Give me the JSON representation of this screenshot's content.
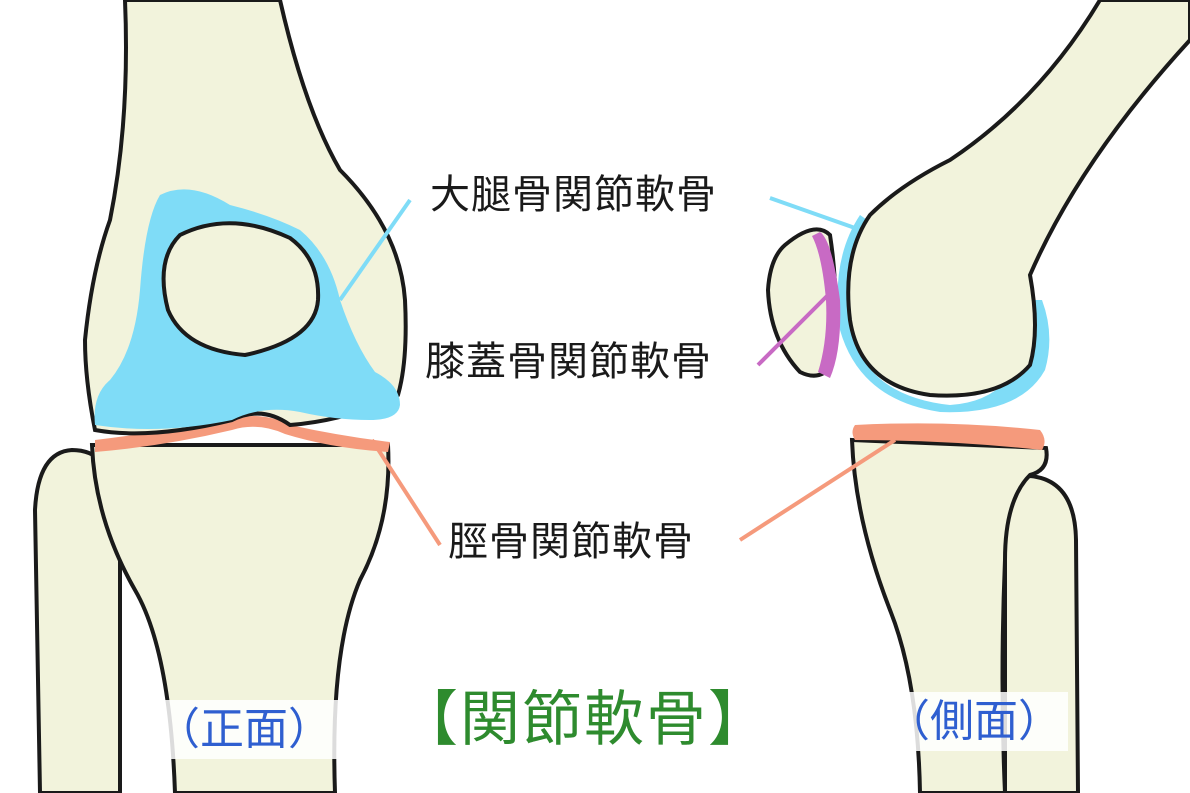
{
  "labels": {
    "femoral_cartilage": "大腿骨関節軟骨",
    "patellar_cartilage": "膝蓋骨関節軟骨",
    "tibial_cartilage": "脛骨関節軟骨"
  },
  "views": {
    "front": "（正面）",
    "side": "（側面）"
  },
  "title": "【関節軟骨】",
  "colors": {
    "bone": "#f2f3dc",
    "outline": "#1a1a1a",
    "femoral_cartilage": "#7fdcf7",
    "patellar_cartilage": "#c86ac4",
    "tibial_cartilage": "#f59a7c",
    "title": "#2e8b2e",
    "view_text": "#2f5fd0"
  }
}
